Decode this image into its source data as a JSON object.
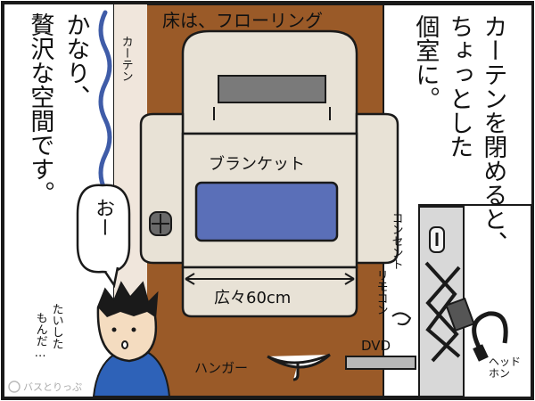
{
  "narration": {
    "right_col1": "カーテンを閉めると、",
    "right_col2": "ちょっとした",
    "right_col3": "個室に。",
    "left_col1": "かなり、",
    "left_col2": "贅沢な空間です。"
  },
  "labels": {
    "floor": "床は、フローリング",
    "curtain": "カーテン",
    "blanket": "ブランケット",
    "width": "広々60cm",
    "outlet": "コンセント",
    "remote": "リモコン",
    "dvd": "DVD",
    "hanger": "ハンガー",
    "headphone": "ヘッドホン"
  },
  "speech": {
    "bubble": "おー",
    "murmur1": "たいした",
    "murmur2": "もんだ…"
  },
  "watermark": "バスとりっぷ",
  "colors": {
    "floor": "#9a5a28",
    "seat": "#e8e2d6",
    "blanket": "#5a6fb8",
    "curtain": "#3f5ca8",
    "outline": "#1a1a1a"
  }
}
